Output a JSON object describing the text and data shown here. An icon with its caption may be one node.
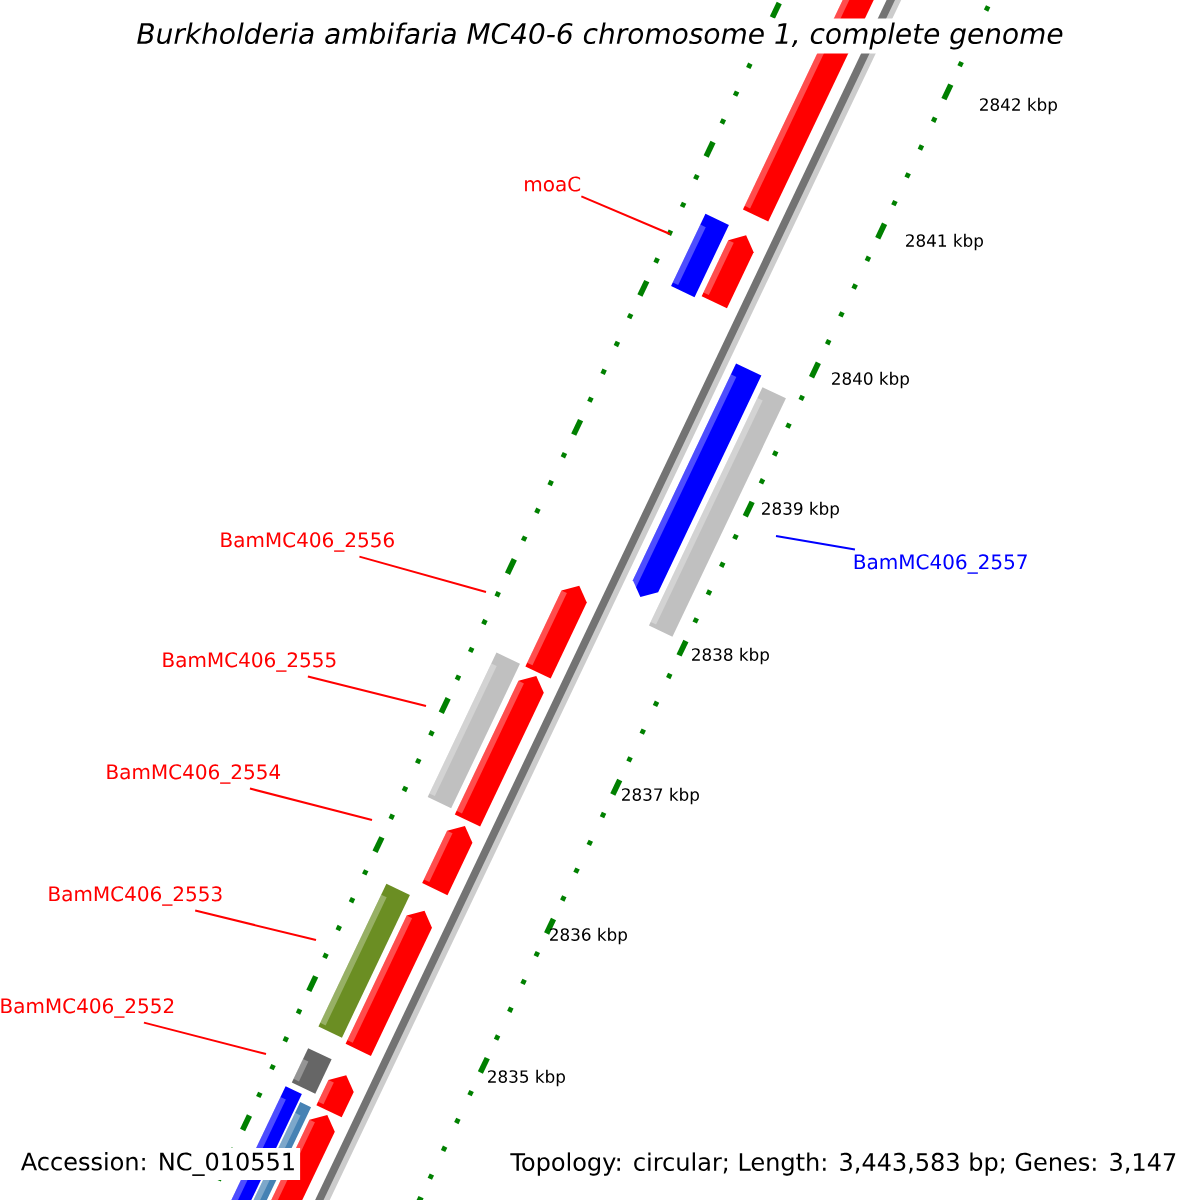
{
  "diagram": {
    "title": "Burkholderia ambifaria MC40-6 chromosome 1, complete genome",
    "nodes": [
      {
        "text": [
          "moaC"
        ]
      },
      {
        "text": [
          "BamMC406_2556"
        ]
      },
      {
        "text": [
          "BamMC406_2555"
        ]
      },
      {
        "text": [
          "BamMC406_2554"
        ]
      },
      {
        "text": [
          "BamMC406_2553"
        ]
      },
      {
        "text": [
          "BamMC406_2552"
        ]
      },
      {
        "text": [
          "BamMC406_2557"
        ]
      }
    ],
    "edges": [
      {
        "from": 0,
        "to": null,
        "arrow": "none"
      },
      {
        "from": 1,
        "to": null,
        "arrow": "none"
      },
      {
        "from": 2,
        "to": null,
        "arrow": "none"
      },
      {
        "from": 3,
        "to": null,
        "arrow": "none"
      },
      {
        "from": 4,
        "to": null,
        "arrow": "none"
      },
      {
        "from": 5,
        "to": null,
        "arrow": "none"
      },
      {
        "from": 6,
        "to": null,
        "arrow": "none",
        "color": "#0000ff"
      }
    ],
    "labels": [
      "2842 kbp",
      "2841 kbp",
      "2840 kbp",
      "2839 kbp",
      "2838 kbp",
      "2837 kbp",
      "2836 kbp",
      "2835 kbp",
      "Accession: NC_010551",
      "Topology: circular; Length: 3,443,583 bp; Genes: 3,147"
    ]
  }
}
